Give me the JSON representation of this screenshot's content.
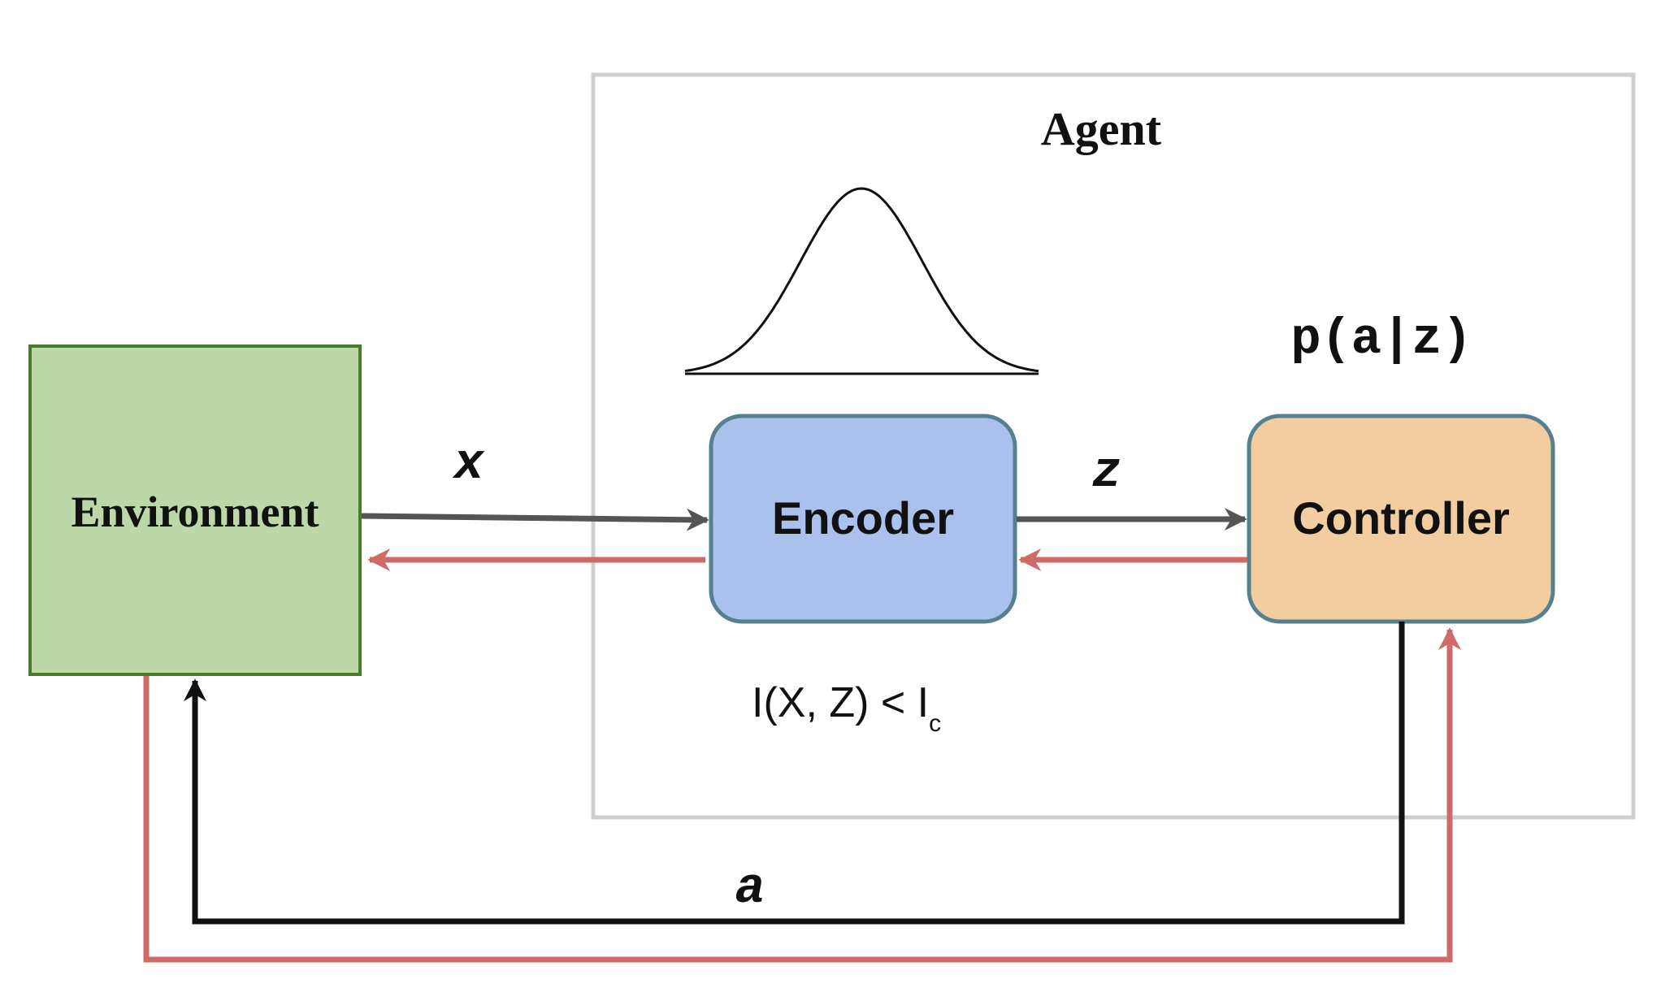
{
  "agent": {
    "label": "Agent"
  },
  "environment": {
    "label": "Environment"
  },
  "encoder": {
    "label": "Encoder"
  },
  "controller": {
    "label": "Controller"
  },
  "labels": {
    "x": "x",
    "z": "z",
    "a": "a",
    "policy": "p(a|z)",
    "constraint_main": "I(X, Z) < I",
    "constraint_sub": "c"
  },
  "colors": {
    "environment_fill": "#bcd8a8",
    "environment_stroke": "#4a7a2c",
    "encoder_fill": "#aac1ee",
    "controller_fill": "#f2cd9f",
    "node_stroke": "#56808f",
    "agent_border": "#cfcfcf",
    "forward_arrow": "#555555",
    "backward_arrow": "#d06a68",
    "action_arrow": "#111111"
  }
}
